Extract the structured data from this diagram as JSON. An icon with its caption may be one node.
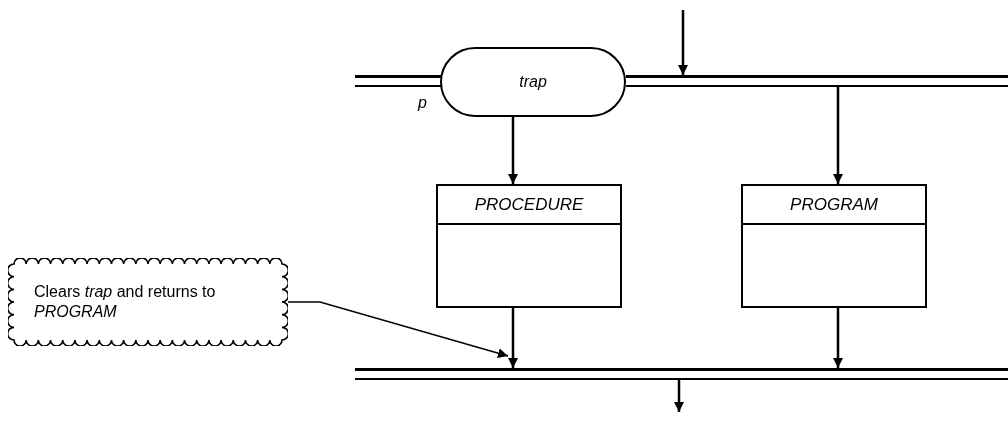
{
  "diagram": {
    "nodes": [
      {
        "text": [],
        "shape": "bar"
      },
      {
        "text": [
          "trap"
        ],
        "beside": [
          "p"
        ]
      },
      {
        "text": [
          "PROCEDURE"
        ]
      },
      {
        "text": [
          "PROGRAM"
        ]
      },
      {
        "text": [],
        "shape": "bar"
      },
      {
        "text": [
          "Clears *trap* and returns to *PROGRAM*"
        ]
      }
    ],
    "edges": [
      {
        "from": null,
        "to": 0,
        "arrow": "to"
      },
      {
        "from": 1,
        "to": 2,
        "arrow": "to"
      },
      {
        "from": 0,
        "to": 3,
        "arrow": "to"
      },
      {
        "from": 2,
        "to": 4,
        "arrow": "to"
      },
      {
        "from": 3,
        "to": 4,
        "arrow": "to"
      },
      {
        "from": 4,
        "to": null,
        "arrow": "to"
      },
      {
        "from": 5,
        "to": 4,
        "arrow": "to"
      }
    ]
  }
}
